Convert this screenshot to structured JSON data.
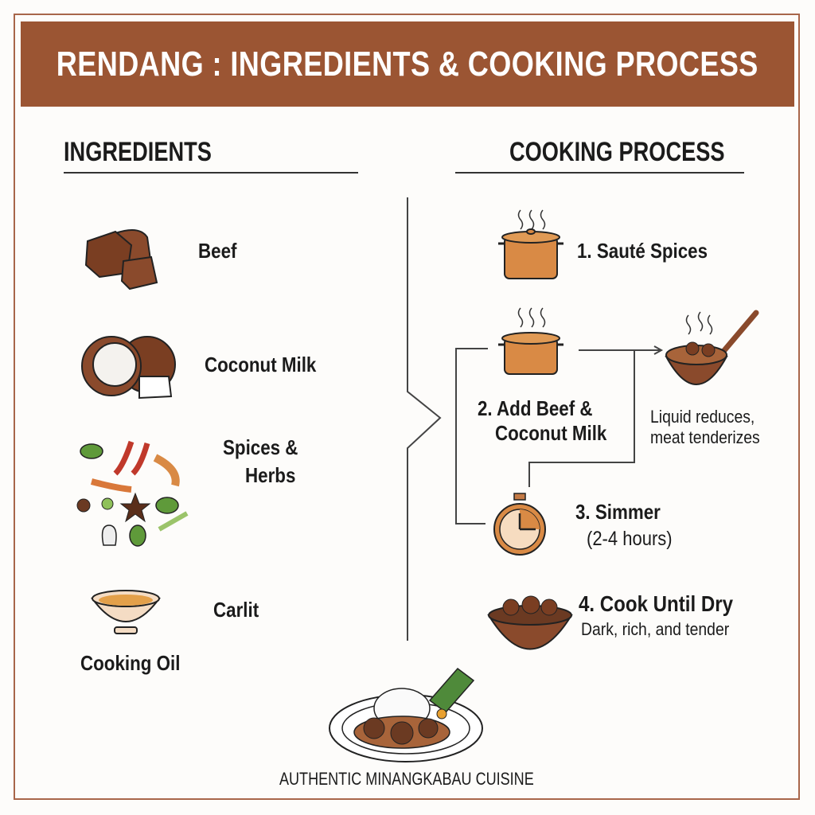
{
  "title": "RENDANG : INGREDIENTS & COOKING PROCESS",
  "ingredients": {
    "heading": "INGREDIENTS",
    "items": [
      {
        "label": "Beef",
        "icon": "beef-cubes-icon"
      },
      {
        "label": "Coconut Milk",
        "icon": "coconut-icon"
      },
      {
        "label_line1": "Spices &",
        "label_line2": "Herbs",
        "icon": "spices-herbs-icon"
      },
      {
        "label": "Carlit",
        "icon": "oil-bowl-icon"
      },
      {
        "label": "Cooking Oil"
      }
    ]
  },
  "process": {
    "heading": "COOKING PROCESS",
    "steps": [
      {
        "label": "1. Sauté Spices",
        "icon": "pot-icon"
      },
      {
        "label_line1": "2. Add Beef &",
        "label_line2": "Coconut Milk",
        "icon": "pot-icon"
      },
      {
        "label_line1": "3. Simmer",
        "label_line2": "(2-4 hours)",
        "icon": "stopwatch-icon"
      },
      {
        "label": "4. Cook Until Dry",
        "sub": "Dark, rich, and tender",
        "icon": "rendang-bowl-icon"
      }
    ],
    "side_note_line1": "Liquid reduces,",
    "side_note_line2": "meat tenderizes"
  },
  "footer": "AUTHENTIC MINANGKABAU CUISINE",
  "colors": {
    "banner": "#9b5533",
    "accent": "#d98a45"
  }
}
